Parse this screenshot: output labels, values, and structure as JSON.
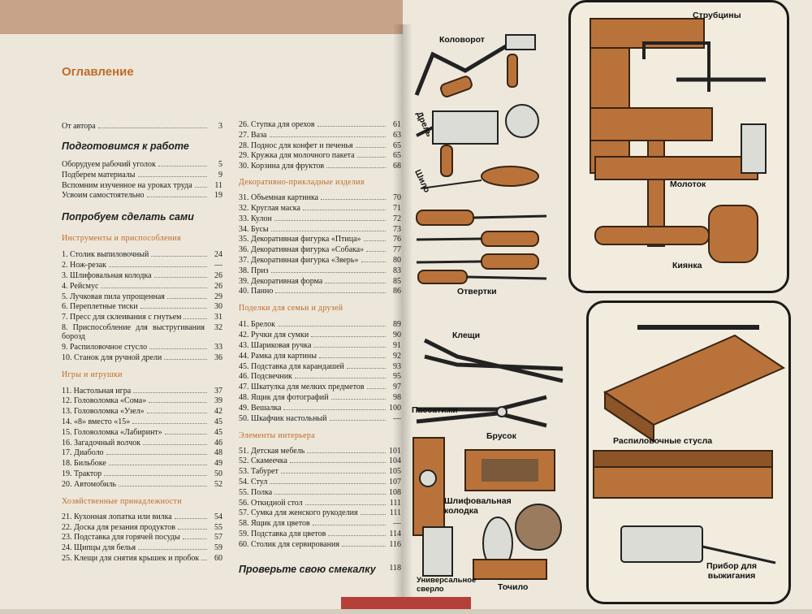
{
  "toc": {
    "title": "Оглавление",
    "left_rows_a": [
      {
        "t": "От автора",
        "p": "3"
      }
    ],
    "part1": "Подготовимся к работе",
    "left_rows_b": [
      {
        "t": "Оборудуем рабочий уголок",
        "p": "5"
      },
      {
        "t": "Подберем материалы",
        "p": "9"
      },
      {
        "t": "Вспомним изученное на уроках труда",
        "p": "11"
      },
      {
        "t": "Усвоим самостоятельно",
        "p": "19"
      }
    ],
    "part2": "Попробуем сделать сами",
    "sec_tools": "Инструменты и приспособления",
    "tools": [
      {
        "t": "1. Столик выпиловочный",
        "p": "24"
      },
      {
        "t": "2. Нож-резак",
        "p": "—"
      },
      {
        "t": "3. Шлифовальная колодка",
        "p": "26"
      },
      {
        "t": "4. Рейсмус",
        "p": "26"
      },
      {
        "t": "5. Лучковая пила упрощенная",
        "p": "29"
      },
      {
        "t": "6. Переплетные тиски",
        "p": "30"
      },
      {
        "t": "7. Пресс для склеивания с гнутьем",
        "p": "31"
      },
      {
        "t": "8. Приспособление для выстругивания борозд",
        "p": "32"
      },
      {
        "t": "9. Распиловочное стусло",
        "p": "33"
      },
      {
        "t": "10. Станок для ручной дрели",
        "p": "36"
      }
    ],
    "sec_games": "Игры и игрушки",
    "games": [
      {
        "t": "11. Настольная игра",
        "p": "37"
      },
      {
        "t": "12. Головоломка «Сома»",
        "p": "39"
      },
      {
        "t": "13. Головоломка «Узел»",
        "p": "42"
      },
      {
        "t": "14. «8» вместо «15»",
        "p": "45"
      },
      {
        "t": "15. Головоломка «Лабиринт»",
        "p": "45"
      },
      {
        "t": "16. Загадочный волчок",
        "p": "46"
      },
      {
        "t": "17. Диаболо",
        "p": "48"
      },
      {
        "t": "18. Бильбоке",
        "p": "49"
      },
      {
        "t": "19. Трактор",
        "p": "50"
      },
      {
        "t": "20. Автомобиль",
        "p": "52"
      }
    ],
    "sec_house": "Хозяйственные принадлежности",
    "house": [
      {
        "t": "21. Кухонная лопатка или вилка",
        "p": "54"
      },
      {
        "t": "22. Доска для резания продуктов",
        "p": "55"
      },
      {
        "t": "23. Подставка для горячей посуды",
        "p": "57"
      },
      {
        "t": "24. Щипцы для белья",
        "p": "59"
      },
      {
        "t": "25. Клещи для снятия крышек и пробок",
        "p": "60"
      }
    ],
    "house_cont": [
      {
        "t": "26. Ступка для орехов",
        "p": "61"
      },
      {
        "t": "27. Ваза",
        "p": "63"
      },
      {
        "t": "28. Поднос для конфет и печенья",
        "p": "65"
      },
      {
        "t": "29. Кружка для молочного пакета",
        "p": "65"
      },
      {
        "t": "30. Корзина для фруктов",
        "p": "68"
      }
    ],
    "sec_deco": "Декоративно-прикладные изделия",
    "deco": [
      {
        "t": "31. Объемная картинка",
        "p": "70"
      },
      {
        "t": "32. Круглая маска",
        "p": "71"
      },
      {
        "t": "33. Кулон",
        "p": "72"
      },
      {
        "t": "34. Бусы",
        "p": "73"
      },
      {
        "t": "35. Декоративная фигурка «Птица»",
        "p": "76"
      },
      {
        "t": "36. Декоративная фигурка «Собака»",
        "p": "77"
      },
      {
        "t": "37. Декоративная фигурка «Зверь»",
        "p": "80"
      },
      {
        "t": "38. Приз",
        "p": "83"
      },
      {
        "t": "39. Декоративная форма",
        "p": "85"
      },
      {
        "t": "40. Панно",
        "p": "86"
      }
    ],
    "sec_gifts": "Поделки для семьи и друзей",
    "gifts": [
      {
        "t": "41. Брелок",
        "p": "89"
      },
      {
        "t": "42. Ручки для сумки",
        "p": "90"
      },
      {
        "t": "43. Шариковая ручка",
        "p": "91"
      },
      {
        "t": "44. Рамка для картины",
        "p": "92"
      },
      {
        "t": "45. Подставка для карандашей",
        "p": "93"
      },
      {
        "t": "46. Подсвечник",
        "p": "95"
      },
      {
        "t": "47. Шкатулка для мелких предметов",
        "p": "97"
      },
      {
        "t": "48. Ящик для фотографий",
        "p": "98"
      },
      {
        "t": "49. Вешалка",
        "p": "100"
      },
      {
        "t": "50. Шкафчик настольный",
        "p": "—"
      }
    ],
    "sec_interior": "Элементы интерьера",
    "interior": [
      {
        "t": "51. Детская мебель",
        "p": "101"
      },
      {
        "t": "52. Скамеечка",
        "p": "104"
      },
      {
        "t": "53. Табурет",
        "p": "105"
      },
      {
        "t": "54. Стул",
        "p": "107"
      },
      {
        "t": "55. Полка",
        "p": "108"
      },
      {
        "t": "56. Откидной стол",
        "p": "111"
      },
      {
        "t": "57. Сумка для женского рукоделия",
        "p": "111"
      },
      {
        "t": "58. Ящик для цветов",
        "p": "—"
      },
      {
        "t": "59. Подставка для цветов",
        "p": "114"
      },
      {
        "t": "60. Столик для сервирования",
        "p": "116"
      }
    ],
    "part3": "Проверьте свою смекалку",
    "part3_page": "118"
  },
  "illustrations": {
    "label_vorot": "Коловорот",
    "label_drel": "Дрель",
    "label_shilo": "Шило",
    "label_otvertki": "Отвертки",
    "label_strubciny": "Струбцины",
    "label_molotok": "Молоток",
    "label_kiyanka": "Киянка",
    "label_kleshchi": "Клещи",
    "label_passatizhi": "Пассатижи",
    "label_brusok": "Брусок",
    "label_kolodka": "Шлифовальная колодка",
    "label_sverlo": "Универсальное сверло",
    "label_tochilo": "Точило",
    "label_stusla": "Распиловочные стусла",
    "label_vyzhig": "Прибор для выжигания"
  },
  "colors": {
    "accent": "#c06a2a",
    "wood": "#b9733a",
    "ink": "#1a1a1a"
  }
}
